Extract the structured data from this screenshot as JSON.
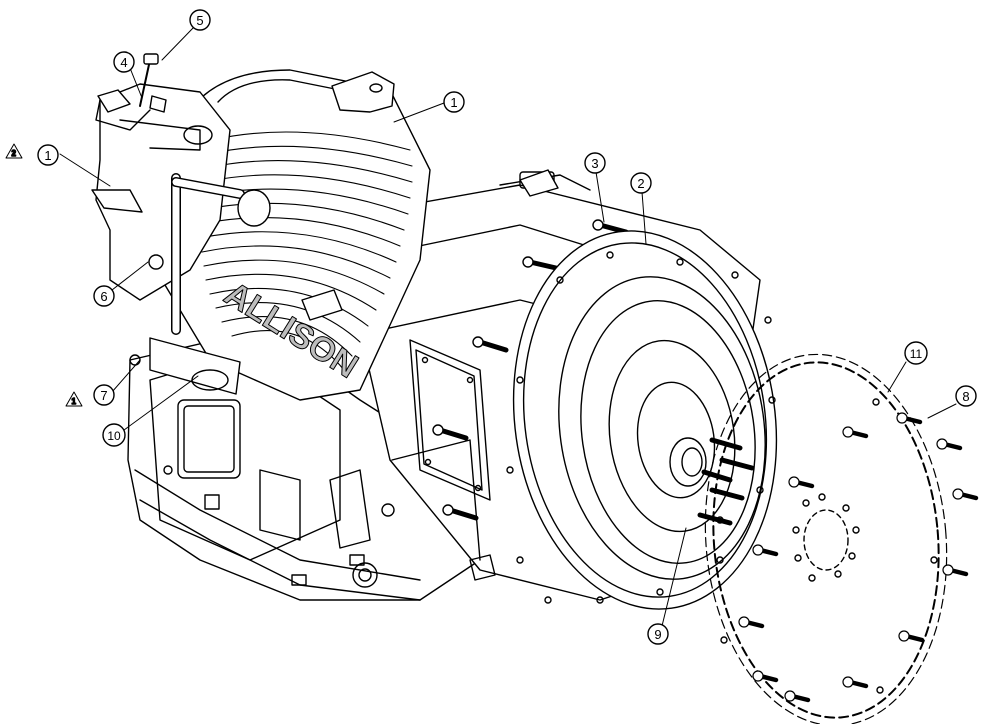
{
  "brand_text": "ALLISON",
  "callouts": [
    "1",
    "1",
    "2",
    "3",
    "4",
    "5",
    "6",
    "7",
    "8",
    "9",
    "10",
    "11"
  ],
  "warning_marks": [
    "2",
    "1"
  ]
}
